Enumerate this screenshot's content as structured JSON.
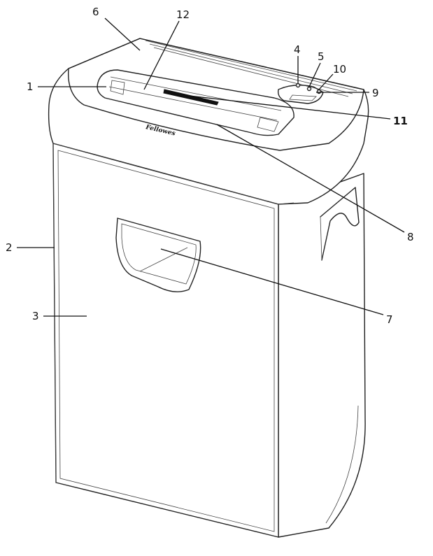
{
  "figure": {
    "brand": "Fellowes",
    "callouts": [
      {
        "id": "c1",
        "label": "1"
      },
      {
        "id": "c2",
        "label": "2"
      },
      {
        "id": "c3",
        "label": "3"
      },
      {
        "id": "c4",
        "label": "4"
      },
      {
        "id": "c5",
        "label": "5"
      },
      {
        "id": "c6",
        "label": "6"
      },
      {
        "id": "c7",
        "label": "7"
      },
      {
        "id": "c8",
        "label": "8"
      },
      {
        "id": "c9",
        "label": "9"
      },
      {
        "id": "c10",
        "label": "10"
      },
      {
        "id": "c11",
        "label": "11"
      },
      {
        "id": "c12",
        "label": "12"
      }
    ]
  }
}
